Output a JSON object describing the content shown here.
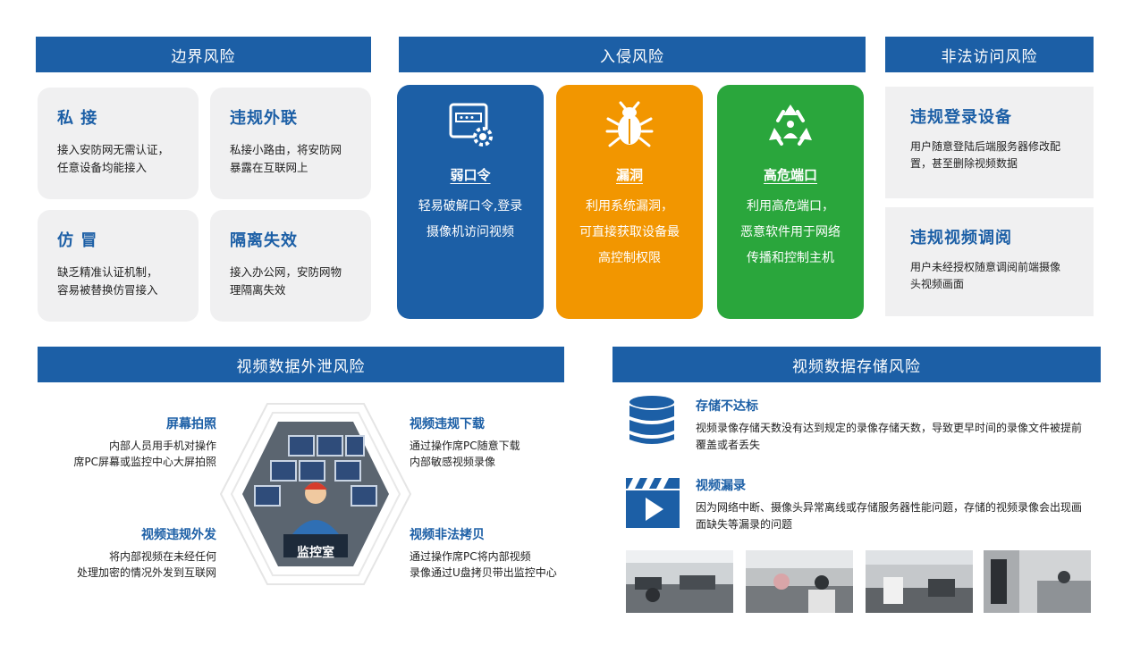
{
  "border": {
    "header": "边界风险",
    "cards": [
      {
        "title": "私 接",
        "desc1": "接入安防网无需认证，",
        "desc2": "任意设备均能接入"
      },
      {
        "title": "违规外联",
        "desc1": "私接小路由，将安防网",
        "desc2": "暴露在互联网上"
      },
      {
        "title": "仿 冒",
        "desc1": "缺乏精准认证机制，",
        "desc2": "容易被替换仿冒接入"
      },
      {
        "title": "隔离失效",
        "desc1": "接入办公网，安防网物",
        "desc2": "理隔离失效"
      }
    ]
  },
  "intrusion": {
    "header": "入侵风险",
    "cards": [
      {
        "title": "弱口令",
        "desc": [
          "轻易破解口令,登录",
          "摄像机访问视频"
        ],
        "color": "#1c5fa6",
        "icon": "password-gear-icon"
      },
      {
        "title": "漏洞",
        "desc": [
          "利用系统漏洞，",
          "可直接获取设备最",
          "高控制权限"
        ],
        "color": "#f29600",
        "icon": "bug-icon"
      },
      {
        "title": "高危端口",
        "desc": [
          "利用高危端口，",
          "恶意软件用于网络",
          "传播和控制主机"
        ],
        "color": "#2aa63c",
        "icon": "recycle-icon"
      }
    ]
  },
  "illegal": {
    "header": "非法访问风险",
    "cards": [
      {
        "title": "违规登录设备",
        "desc1": "用户随意登陆后端服务器修改配",
        "desc2": "置，甚至删除视频数据"
      },
      {
        "title": "违规视频调阅",
        "desc1": "用户未经授权随意调阅前端摄像",
        "desc2": "头视频画面"
      }
    ]
  },
  "leak": {
    "header": "视频数据外泄风险",
    "center_label": "监控室",
    "items": [
      {
        "title": "屏幕拍照",
        "desc1": "内部人员用手机对操作",
        "desc2": "席PC屏幕或监控中心大屏拍照"
      },
      {
        "title": "视频违规下载",
        "desc1": "通过操作席PC随意下载",
        "desc2": "内部敏感视频录像"
      },
      {
        "title": "视频违规外发",
        "desc1": "将内部视频在未经任何",
        "desc2": "处理加密的情况外发到互联网"
      },
      {
        "title": "视频非法拷贝",
        "desc1": "通过操作席PC将内部视频",
        "desc2": "录像通过U盘拷贝带出监控中心"
      }
    ]
  },
  "storage": {
    "header": "视频数据存储风险",
    "items": [
      {
        "title": "存储不达标",
        "desc1": "视频录像存储天数没有达到规定的录像存储天数，导致更早时间的录像文件被提前",
        "desc2": "覆盖或者丢失",
        "icon": "database-icon"
      },
      {
        "title": "视频漏录",
        "desc1": "因为网络中断、摄像头异常离线或存储服务器性能问题，存储的视频录像会出现画",
        "desc2": "面缺失等漏录的问题",
        "icon": "video-clapper-icon"
      }
    ]
  },
  "colors": {
    "brand": "#1c5fa6",
    "orange": "#f29600",
    "green": "#2aa63c",
    "card_bg": "#f0f0f1"
  }
}
